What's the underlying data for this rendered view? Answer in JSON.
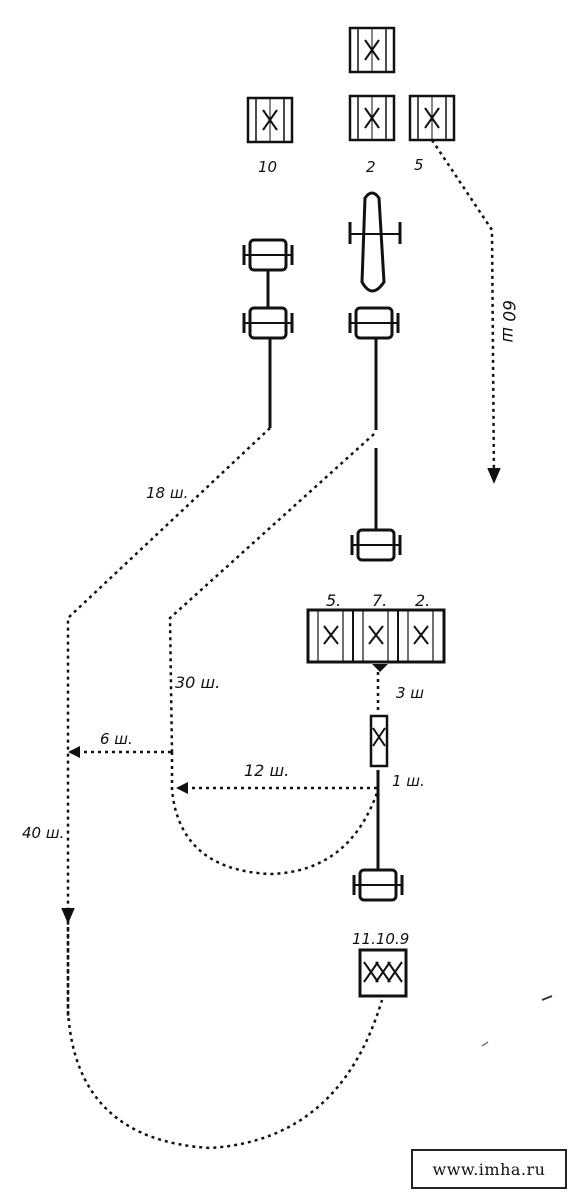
{
  "title": "",
  "labels": {
    "team_10": "10",
    "team_2": "2",
    "team_5": "5",
    "dist_18": "18 ш.",
    "dist_60": "60 ш",
    "block_5": "5.",
    "block_7": "7.",
    "block_2": "2.",
    "dist_30": "30 ш.",
    "dist_3": "3 ш",
    "dist_6": "6 ш.",
    "dist_12": "12 ш.",
    "dist_1": "1 ш.",
    "dist_40": "40 ш.",
    "group_11_10_9": "11.10.9"
  },
  "watermark": "www.imha.ru"
}
